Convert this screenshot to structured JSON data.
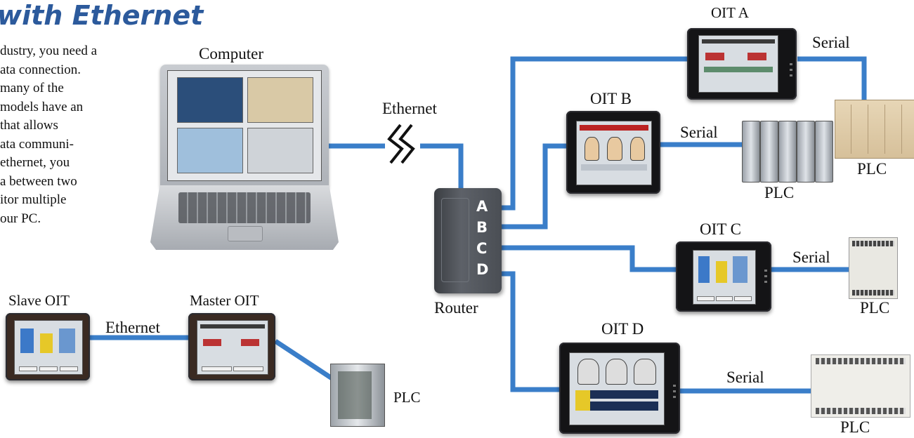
{
  "title": "with Ethernet",
  "intro_lines": [
    "dustry, you need a",
    "ata connection.",
    "many of the",
    "models have an",
    "that allows",
    "ata communi-",
    "ethernet, you",
    "a between two",
    "itor multiple",
    "our PC."
  ],
  "labels": {
    "computer": "Computer",
    "ethernet_main": "Ethernet",
    "router": "Router",
    "oit_a": "OIT A",
    "oit_b": "OIT B",
    "oit_c": "OIT C",
    "oit_d": "OIT D",
    "serial": "Serial",
    "plc": "PLC",
    "slave_oit": "Slave OIT",
    "master_oit": "Master OIT",
    "ethernet_small": "Ethernet"
  },
  "router_ports": [
    "A",
    "B",
    "C",
    "D"
  ],
  "colors": {
    "title": "#2c5a9c",
    "cable": "#3a7ec9",
    "device_bezel": "#141416"
  },
  "icons": [
    "laptop-computer",
    "network-router",
    "operator-interface-terminal",
    "plc-unit",
    "ethernet-break-symbol"
  ]
}
